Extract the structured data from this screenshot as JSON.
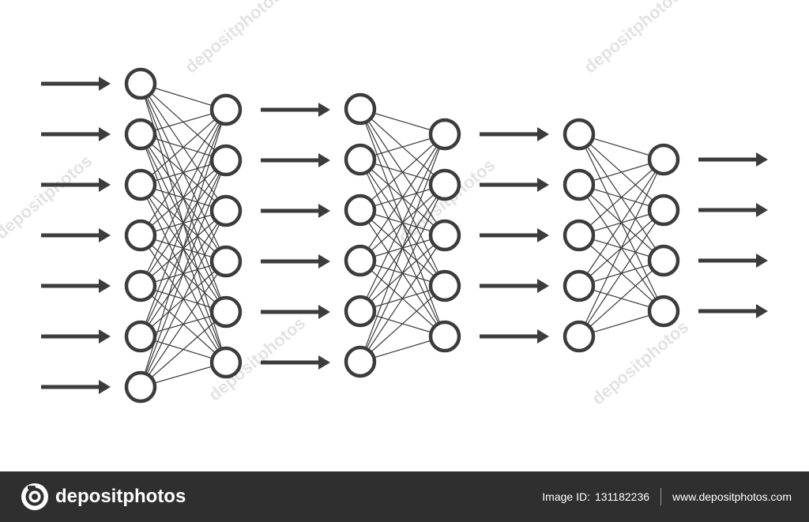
{
  "diagram": {
    "line_color": "#3c3c3c",
    "node_fill": "#ffffff",
    "layers": [
      {
        "name": "layer-1",
        "node_count": 7
      },
      {
        "name": "layer-2",
        "node_count": 6
      },
      {
        "name": "layer-3",
        "node_count": 6
      },
      {
        "name": "layer-4",
        "node_count": 5
      },
      {
        "name": "layer-5",
        "node_count": 5
      },
      {
        "name": "layer-6",
        "node_count": 4
      }
    ],
    "arrow_groups": [
      {
        "name": "input-arrows",
        "count": 7
      },
      {
        "name": "between-1-arrows",
        "count": 6
      },
      {
        "name": "between-2-arrows",
        "count": 5
      },
      {
        "name": "output-arrows",
        "count": 4
      }
    ],
    "watermark": {
      "text": "depositphotos",
      "color": "#e3e3e3"
    }
  },
  "footer": {
    "background": "#2f2f2f",
    "brand": "depositphotos",
    "image_id_label": "Image ID:",
    "image_id": "131182236",
    "website": "www.depositphotos.com"
  }
}
